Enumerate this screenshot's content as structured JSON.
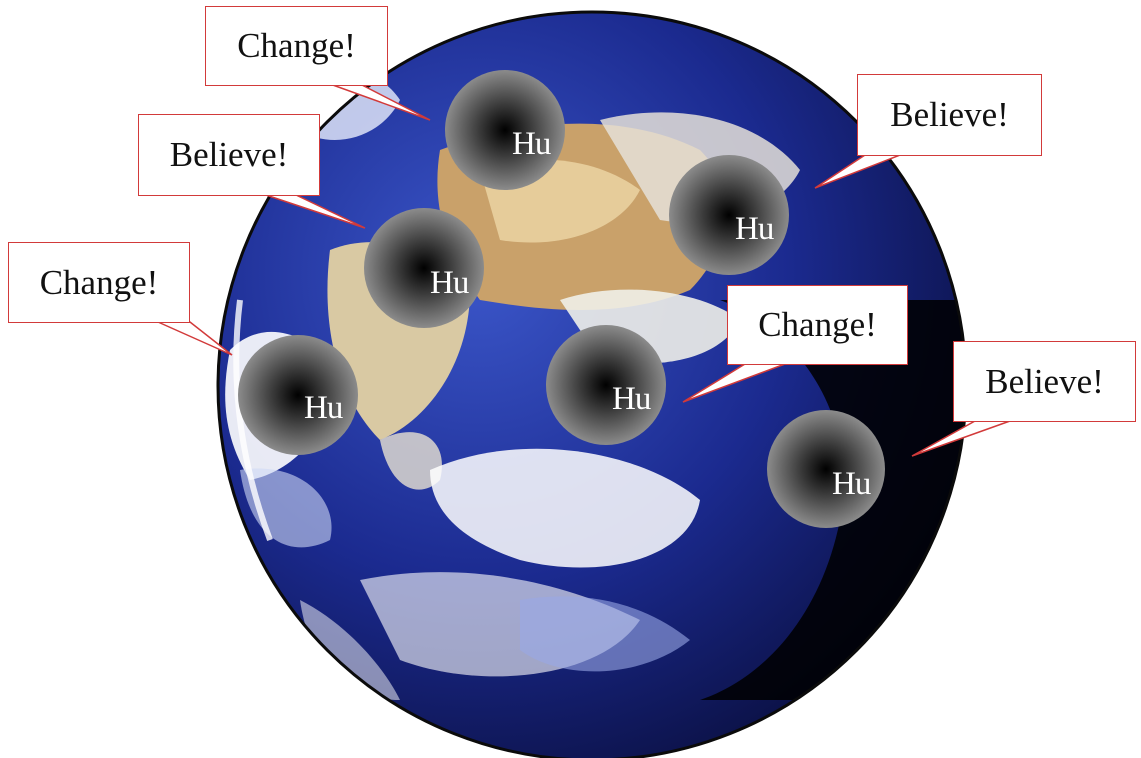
{
  "speech": {
    "change": "Change!",
    "believe": "Believe!"
  },
  "figure": {
    "hu": "Hu"
  },
  "colors": {
    "ocean": "#1b2a8f",
    "land": "#c9a16a",
    "cloud": "#ffffff",
    "bubble_border": "#d23a3a"
  }
}
